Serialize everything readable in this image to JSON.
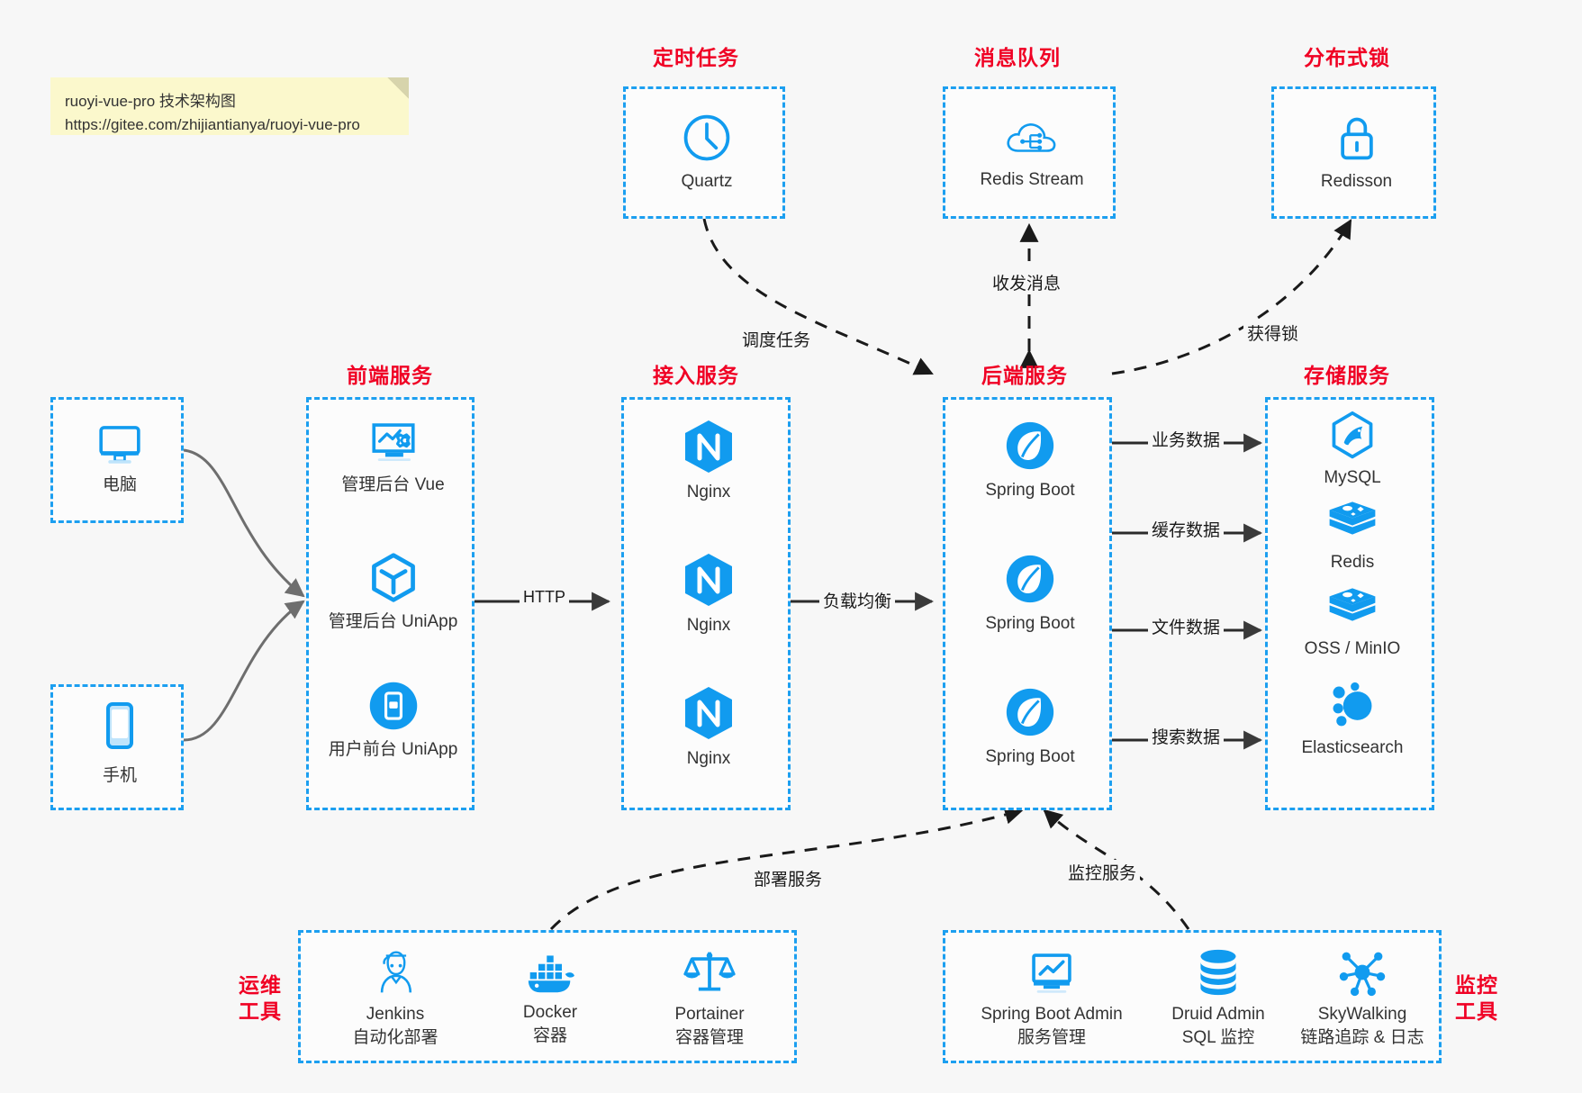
{
  "note": {
    "line1": "ruoyi-vue-pro 技术架构图",
    "line2": "https://gitee.com/zhijiantianya/ruoyi-vue-pro"
  },
  "colors": {
    "accent_blue": "#1c9ff0",
    "title_red": "#f00024",
    "icon_blue": "#119bef",
    "edge_gray": "#3a3a3a",
    "note_bg": "#fbf8cc",
    "canvas_bg": "#f7f7f7"
  },
  "groups": {
    "scheduled_task": "定时任务",
    "message_queue": "消息队列",
    "distributed_lock": "分布式锁",
    "frontend_service": "前端服务",
    "gateway_service": "接入服务",
    "backend_service": "后端服务",
    "storage_service": "存储服务",
    "devops_tools_l1": "运维",
    "devops_tools_l2": "工具",
    "monitor_tools_l1": "监控",
    "monitor_tools_l2": "工具"
  },
  "clients": [
    {
      "label": "电脑",
      "icon": "desktop-icon"
    },
    {
      "label": "手机",
      "icon": "mobile-icon"
    }
  ],
  "top_nodes": [
    {
      "label": "Quartz",
      "icon": "clock-icon"
    },
    {
      "label": "Redis Stream",
      "icon": "cloud-stream-icon"
    },
    {
      "label": "Redisson",
      "icon": "lock-icon"
    }
  ],
  "frontend_nodes": [
    {
      "label": "管理后台 Vue",
      "icon": "monitor-gear-icon"
    },
    {
      "label": "管理后台 UniApp",
      "icon": "hexagon-cube-icon"
    },
    {
      "label": "用户前台 UniApp",
      "icon": "mobile-app-icon"
    }
  ],
  "gateway_nodes": [
    {
      "label": "Nginx",
      "icon": "nginx-icon"
    },
    {
      "label": "Nginx",
      "icon": "nginx-icon"
    },
    {
      "label": "Nginx",
      "icon": "nginx-icon"
    }
  ],
  "backend_nodes": [
    {
      "label": "Spring Boot",
      "icon": "spring-leaf-icon"
    },
    {
      "label": "Spring Boot",
      "icon": "spring-leaf-icon"
    },
    {
      "label": "Spring Boot",
      "icon": "spring-leaf-icon"
    }
  ],
  "storage_nodes": [
    {
      "label": "MySQL",
      "icon": "mysql-dolphin-icon"
    },
    {
      "label": "Redis",
      "icon": "redis-stack-icon"
    },
    {
      "label": "OSS / MinIO",
      "icon": "oss-stack-icon"
    },
    {
      "label": "Elasticsearch",
      "icon": "elasticsearch-icon"
    }
  ],
  "devops_nodes": [
    {
      "label": "Jenkins",
      "sub": "自动化部署",
      "icon": "jenkins-butler-icon"
    },
    {
      "label": "Docker",
      "sub": "容器",
      "icon": "docker-whale-icon"
    },
    {
      "label": "Portainer",
      "sub": "容器管理",
      "icon": "portainer-scale-icon"
    }
  ],
  "monitor_nodes": [
    {
      "label": "Spring Boot Admin",
      "sub": "服务管理",
      "icon": "monitor-chart-icon"
    },
    {
      "label": "Druid Admin",
      "sub": "SQL 监控",
      "icon": "database-icon"
    },
    {
      "label": "SkyWalking",
      "sub": "链路追踪 & 日志",
      "icon": "skywalking-nodes-icon"
    }
  ],
  "edge_labels": {
    "http": "HTTP",
    "load_balance": "负载均衡",
    "schedule_task": "调度任务",
    "send_receive_message": "收发消息",
    "acquire_lock": "获得锁",
    "business_data": "业务数据",
    "cache_data": "缓存数据",
    "file_data": "文件数据",
    "search_data": "搜索数据",
    "deploy_service": "部署服务",
    "monitor_service": "监控服务"
  }
}
